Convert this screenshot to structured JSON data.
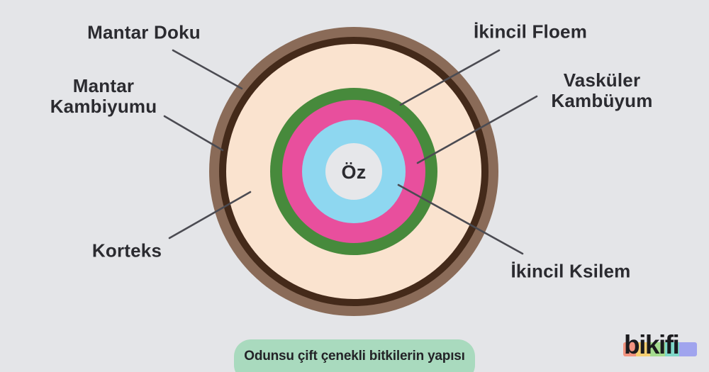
{
  "diagram": {
    "labels": {
      "mantar_doku": "Mantar Doku",
      "mantar_kambiyumu": "Mantar\nKambiyumu",
      "korteks": "Korteks",
      "ikincil_floem": "İkincil Floem",
      "vaskuler_kambuyum": "Vasküler\nKambüyum",
      "ikincil_ksilem": "İkincil Ksilem",
      "oz": "Öz"
    },
    "rings": [
      {
        "name": "mantar-doku",
        "label": "Mantar Doku",
        "color": "#8a6b58"
      },
      {
        "name": "mantar-kambiyumu",
        "label": "Mantar Kambiyumu",
        "color": "#442a1a"
      },
      {
        "name": "korteks",
        "label": "Korteks",
        "color": "#fae3cf"
      },
      {
        "name": "ikincil-floem",
        "label": "İkincil Floem",
        "color": "#478a3c"
      },
      {
        "name": "vaskuler-kambuyum",
        "label": "Vasküler Kambüyum",
        "color": "#e84f9d"
      },
      {
        "name": "ikincil-ksilem",
        "label": "İkincil Ksilem",
        "color": "#8ed7f0"
      },
      {
        "name": "oz",
        "label": "Öz",
        "color": "#e6e7ea"
      }
    ]
  },
  "caption": {
    "text": "Odunsu çift çenekli bitkilerin yapısı",
    "bg_color": "#a9dabe"
  },
  "logo": {
    "text": "bikifi",
    "band_colors": [
      "#f29480",
      "#f6cf72",
      "#a4db8e",
      "#7ed7c8",
      "#a0a4ee"
    ]
  },
  "colors": {
    "background": "#e4e5e8",
    "label_text": "#2b2b30",
    "leader_line": "#4b4b52"
  }
}
